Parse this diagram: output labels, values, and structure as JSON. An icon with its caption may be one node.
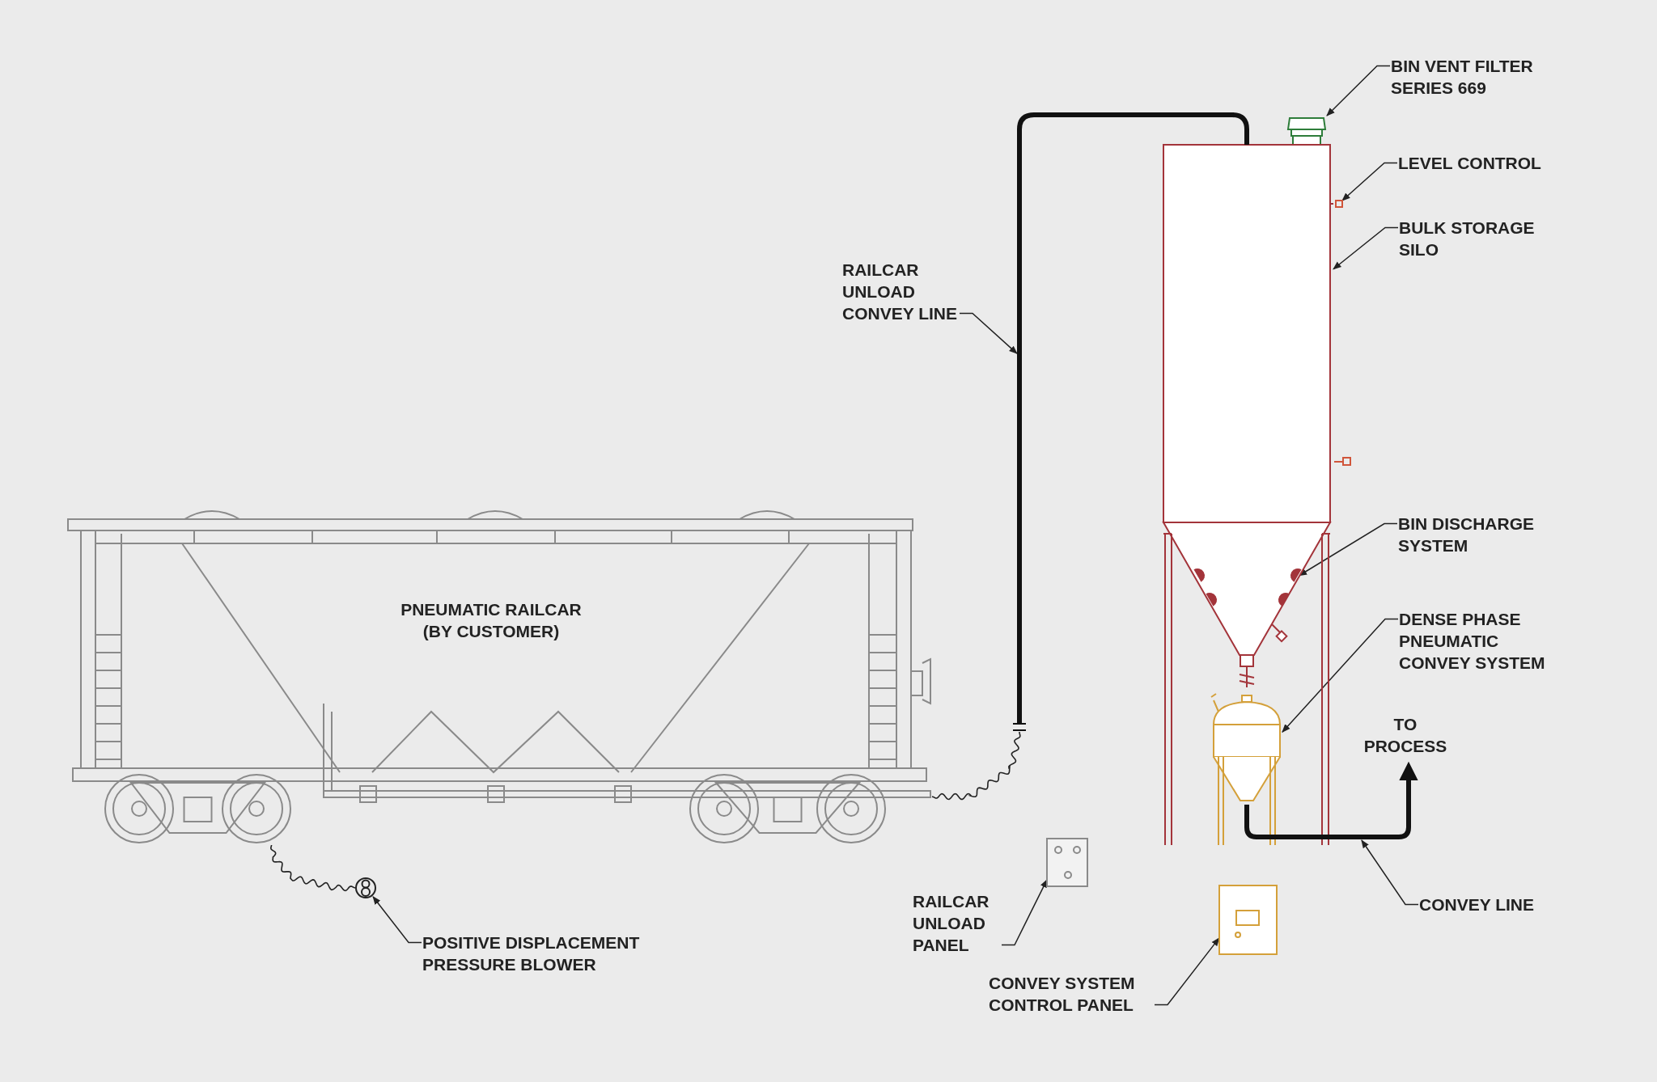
{
  "diagram": {
    "nodes": [
      {
        "text": [
          "BIN VENT FILTER SERIES 669"
        ]
      },
      {
        "text": [],
        "shape": "picture"
      },
      {
        "text": [
          "LEVEL CONTROL"
        ]
      },
      {
        "text": [],
        "shape": "box"
      },
      {
        "text": [
          "BULK STORAGE SILO"
        ]
      },
      {
        "text": [],
        "shape": "picture"
      },
      {
        "text": [],
        "shape": "picture"
      },
      {
        "text": [
          "BIN DISCHARGE SYSTEM"
        ]
      },
      {
        "text": [],
        "shape": "picture"
      },
      {
        "text": [
          "DENSE PHASE PNEUMATIC CONVEY SYSTEM"
        ]
      },
      {
        "text": [
          "RAILCAR UNLOAD CONVEY LINE"
        ]
      },
      {
        "text": [],
        "shape": "picture"
      },
      {
        "text": [
          "PNEUMATIC RAILCAR (BY CUSTOMER)"
        ]
      },
      {
        "text": [
          "CONVEY LINE"
        ]
      },
      {
        "text": [],
        "shape": "picture"
      },
      {
        "text": [
          "RAILCAR UNLOAD PANEL"
        ]
      },
      {
        "text": [],
        "shape": "box"
      },
      {
        "text": [
          "CONVEY SYSTEM CONTROL PANEL"
        ]
      },
      {
        "text": [],
        "shape": "box"
      },
      {
        "text": [
          "POSITIVE DISPLACEMENT PRESSURE BLOWER"
        ]
      },
      {
        "text": [],
        "shape": "circle"
      }
    ],
    "edges": [
      {
        "from": 0,
        "to": 1,
        "arrow": "to"
      },
      {
        "from": 2,
        "to": 3,
        "arrow": "to"
      },
      {
        "from": 4,
        "to": 5,
        "arrow": "to"
      },
      {
        "from": 7,
        "to": 6,
        "arrow": "to"
      },
      {
        "from": 9,
        "to": 8,
        "arrow": "to"
      },
      {
        "from": 10,
        "to": 11,
        "arrow": "to"
      },
      {
        "from": 13,
        "to": 14,
        "arrow": "to"
      },
      {
        "from": 15,
        "to": 16,
        "arrow": "to"
      },
      {
        "from": 17,
        "to": 18,
        "arrow": "to"
      },
      {
        "from": 19,
        "to": 20,
        "arrow": "to"
      },
      {
        "from": 20,
        "to": 12,
        "arrow": "none"
      },
      {
        "from": 12,
        "to": 11,
        "arrow": "none"
      }
    ],
    "labels": [
      "TO PROCESS"
    ]
  }
}
